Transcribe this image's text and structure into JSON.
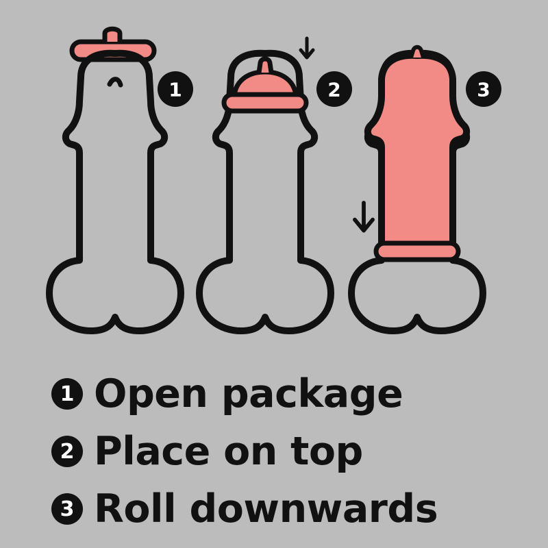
{
  "colors": {
    "background": "#bcbcbc",
    "outline": "#111111",
    "condom": "#f28b86"
  },
  "badges": [
    {
      "num": "1",
      "icon": "number-one-icon"
    },
    {
      "num": "2",
      "icon": "number-two-icon"
    },
    {
      "num": "3",
      "icon": "number-three-icon"
    }
  ],
  "steps": [
    {
      "num": "1",
      "label": "Open package"
    },
    {
      "num": "2",
      "label": "Place on top"
    },
    {
      "num": "3",
      "label": "Roll downwards"
    }
  ]
}
